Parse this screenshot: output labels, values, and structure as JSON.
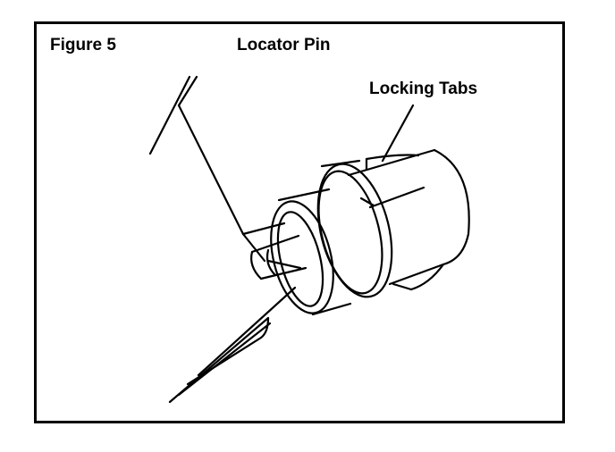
{
  "figure": {
    "number_label": "Figure 5",
    "callouts": {
      "locator_pin": "Locator Pin",
      "locking_tabs": "Locking Tabs"
    },
    "colors": {
      "ink": "#000000",
      "paper": "#ffffff"
    }
  }
}
